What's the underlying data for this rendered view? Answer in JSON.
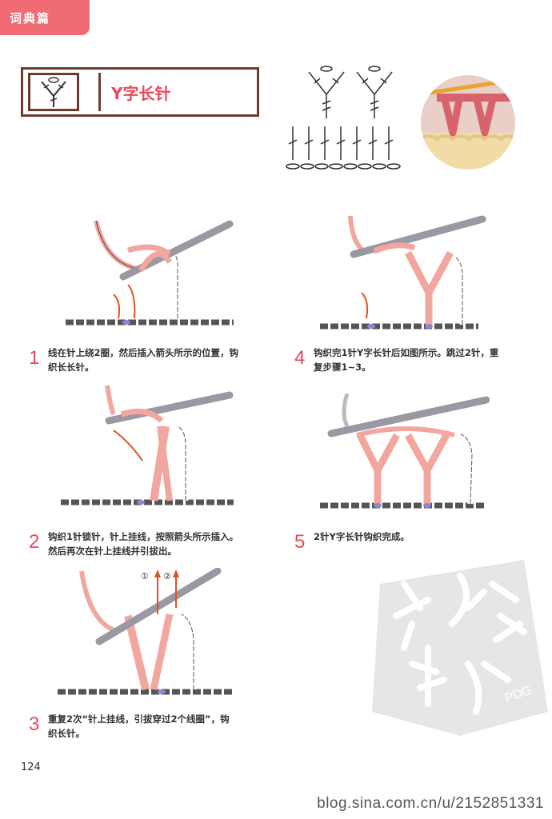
{
  "header": {
    "section_label": "词典篇"
  },
  "title": {
    "text": "Y字长针"
  },
  "steps": [
    {
      "number": "1",
      "lines": [
        "线在针上绕2圈，然后插入箭头所示的位置，钩",
        "织长长针。"
      ]
    },
    {
      "number": "2",
      "lines": [
        "钩织1针锁针，针上挂线，按照箭头所示插入。",
        "然后再次在针上挂线并引拔出。"
      ]
    },
    {
      "number": "3",
      "lines": [
        "重复2次“针上挂线，引拔穿过2个线圈”，钩",
        "织长针。"
      ]
    },
    {
      "number": "4",
      "lines": [
        "钩织完1针Y字长针后如图所示。跳过2针，重",
        "复步骤1~3。"
      ]
    },
    {
      "number": "5",
      "lines": [
        "2针Y字长针钩织完成。"
      ]
    }
  ],
  "arrow_labels": {
    "first": "①",
    "second": "②"
  },
  "watermark": {
    "text": "PDG"
  },
  "footer": {
    "page_number": "124",
    "url": "blog.sina.com.cn/u/2152851331"
  },
  "colors": {
    "accent": "#f06b73",
    "title_text": "#e9495a",
    "border": "#6a3c2c",
    "yarn": "#f1a7a0",
    "hook": "#9a98a3",
    "arrow": "#e0521f",
    "marker": "#8a88d8"
  },
  "icons": [
    "y-stitch-symbol-icon",
    "crochet-chart-icon",
    "crochet-photo",
    "crochet-hook-illustration",
    "seal-watermark"
  ]
}
